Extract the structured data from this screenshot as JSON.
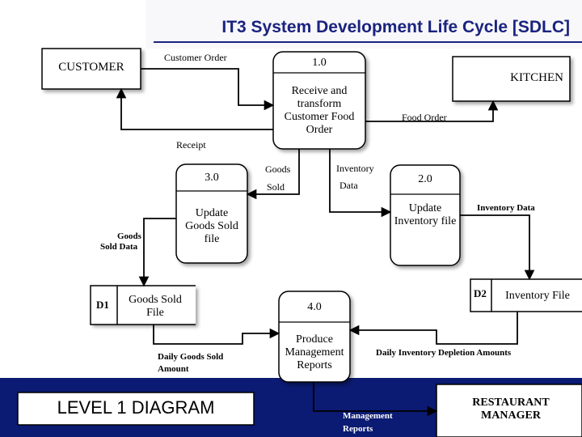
{
  "title": "IT3  System Development Life Cycle [SDLC]",
  "entities": {
    "customer": "CUSTOMER",
    "kitchen": "KITCHEN",
    "manager": "RESTAURANT MANAGER"
  },
  "processes": [
    {
      "id": "1.0",
      "label": "Receive and transform Customer Food Order"
    },
    {
      "id": "2.0",
      "label": "Update Inventory file"
    },
    {
      "id": "3.0",
      "label": "Update Goods Sold file"
    },
    {
      "id": "4.0",
      "label": "Produce Management Reports"
    }
  ],
  "stores": [
    {
      "id": "D1",
      "label": "Goods Sold File"
    },
    {
      "id": "D2",
      "label": "Inventory File"
    }
  ],
  "flows": {
    "customer_order": "Customer Order",
    "food_order": "Food Order",
    "receipt": "Receipt",
    "goods_sold_1": "Goods",
    "goods_sold_2": "Sold",
    "inventory_data_1": "Inventory",
    "inventory_data_2": "Data",
    "inventory_data": "Inventory Data",
    "goods_sold_data_1": "Goods",
    "goods_sold_data_2": "Sold Data",
    "daily_goods_1": "Daily Goods Sold",
    "daily_goods_2": "Amount",
    "daily_inventory": "Daily Inventory Depletion Amounts",
    "mgmt_reports_1": "Management",
    "mgmt_reports_2": "Reports"
  },
  "footer_label": "LEVEL 1 DIAGRAM",
  "colors": {
    "title": "#1a237e",
    "footer_band": "#0b1a72",
    "page": "#ffffff"
  }
}
